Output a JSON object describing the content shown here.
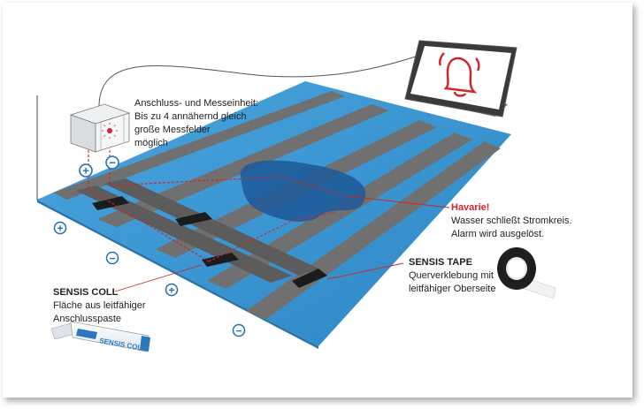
{
  "measuring_unit": {
    "line1": "Anschluss- und Messeinheit:",
    "line2": "Bis zu 4 annähernd gleich",
    "line3": "große Messfelder",
    "line4": "möglich"
  },
  "havarie": {
    "title": "Havarie!",
    "line1": "Wasser schließt Stromkreis.",
    "line2": "Alarm wird ausgelöst."
  },
  "sensis_tape": {
    "title": "SENSIS TAPE",
    "line1": "Querverklebung mit",
    "line2": "leitfähiger Oberseite"
  },
  "sensis_coll": {
    "title": "SENSIS COLL",
    "line1": "Fläche aus leitfähiger",
    "line2": "Anschlusspaste",
    "tube_text": "SENSIS COLL"
  },
  "symbols": {
    "plus": "+",
    "minus": "−"
  },
  "icons": {
    "tablet": "alarm-bell-icon",
    "tape_roll": "tape-roll-icon",
    "tube": "paste-tube-icon"
  },
  "colors": {
    "membrane": "#3a97d4",
    "membrane_dark": "#2f7fb8",
    "strip": "#6e6e6e",
    "water": "#1f5a99",
    "accent_red": "#d3232a"
  }
}
